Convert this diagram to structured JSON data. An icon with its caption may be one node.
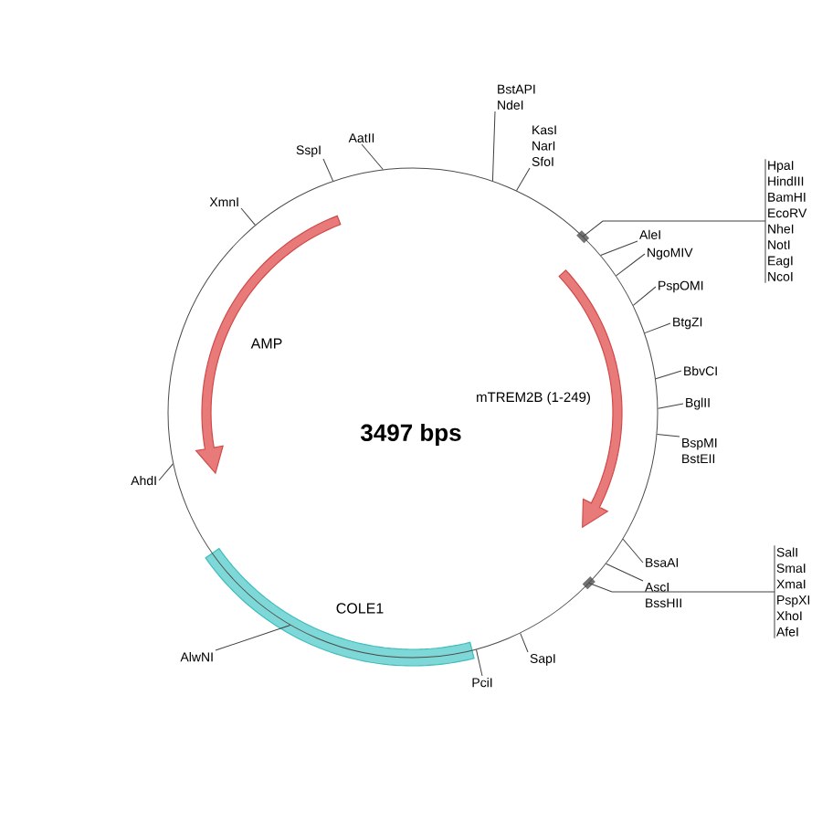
{
  "diagram": {
    "nodes": [
      {
        "text": [
          "BstAPI",
          "NdeI"
        ]
      },
      {
        "text": [
          "KasI",
          "NarI",
          "SfoI"
        ]
      },
      {
        "text": [
          "AatII"
        ]
      },
      {
        "text": [
          "SspI"
        ]
      },
      {
        "text": [
          "XmnI"
        ]
      },
      {
        "text": [
          "HpaI",
          "HindIII",
          "BamHI",
          "EcoRV",
          "NheI",
          "NotI",
          "EagI",
          "NcoI"
        ]
      },
      {
        "text": [
          "AleI"
        ]
      },
      {
        "text": [
          "NgoMIV"
        ]
      },
      {
        "text": [
          "PspOMI"
        ]
      },
      {
        "text": [
          "BtgZI"
        ]
      },
      {
        "text": [
          "BbvCI"
        ]
      },
      {
        "text": [
          "BglII"
        ]
      },
      {
        "text": [
          "BspMI",
          "BstEII"
        ]
      },
      {
        "text": [
          "BsaAI"
        ]
      },
      {
        "text": [
          "AscI",
          "BssHII"
        ]
      },
      {
        "text": [
          "SalI",
          "SmaI",
          "XmaI",
          "PspXI",
          "XhoI",
          "AfeI"
        ]
      },
      {
        "text": [
          "AhdI"
        ]
      },
      {
        "text": [
          "AlwNI"
        ]
      },
      {
        "text": [
          "PciI"
        ]
      },
      {
        "text": [
          "SapI"
        ]
      },
      {
        "text": [],
        "shape": "circle"
      }
    ],
    "edges": [
      {
        "from": 0,
        "to": 20,
        "arrow": "none"
      },
      {
        "from": 1,
        "to": 20,
        "arrow": "none"
      },
      {
        "from": 2,
        "to": 20,
        "arrow": "none"
      },
      {
        "from": 3,
        "to": 20,
        "arrow": "none"
      },
      {
        "from": 4,
        "to": 20,
        "arrow": "none"
      },
      {
        "from": 5,
        "to": 20,
        "arrow": "none"
      },
      {
        "from": 6,
        "to": 20,
        "arrow": "none"
      },
      {
        "from": 7,
        "to": 20,
        "arrow": "none"
      },
      {
        "from": 8,
        "to": 20,
        "arrow": "none"
      },
      {
        "from": 9,
        "to": 20,
        "arrow": "none"
      },
      {
        "from": 10,
        "to": 20,
        "arrow": "none"
      },
      {
        "from": 11,
        "to": 20,
        "arrow": "none"
      },
      {
        "from": 12,
        "to": 20,
        "arrow": "none"
      },
      {
        "from": 13,
        "to": 20,
        "arrow": "none"
      },
      {
        "from": 14,
        "to": 20,
        "arrow": "none"
      },
      {
        "from": 15,
        "to": 20,
        "arrow": "none"
      },
      {
        "from": 16,
        "to": 20,
        "arrow": "none"
      },
      {
        "from": 17,
        "to": 20,
        "arrow": "none"
      },
      {
        "from": 18,
        "to": 20,
        "arrow": "none"
      },
      {
        "from": 19,
        "to": 20,
        "arrow": "none"
      }
    ],
    "labels": [
      "AMP",
      "mTREM2B (1-249)",
      "3497 bps",
      "COLE1"
    ]
  }
}
